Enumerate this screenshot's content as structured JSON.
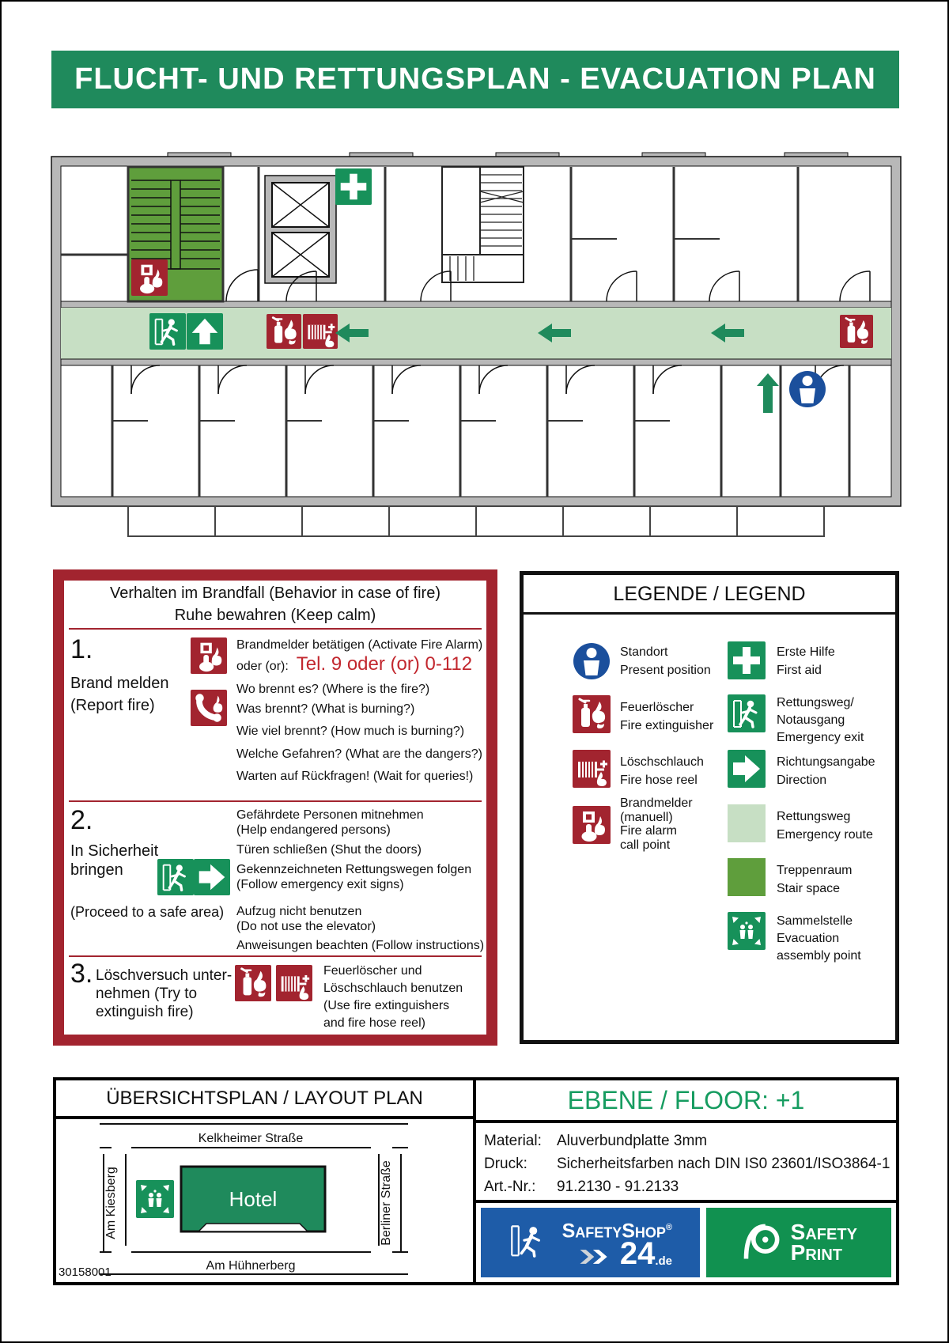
{
  "banner": {
    "title": "FLUCHT- UND RETTUNGSPLAN - EVACUATION PLAN"
  },
  "colors": {
    "banner_green": "#1F8A5C",
    "sign_green": "#17915A",
    "safety_red": "#A2242F",
    "phone_red": "#C2272E",
    "emergency_route_light_green": "#C7DFC4",
    "stair_space_dark_green": "#5F9E3C",
    "present_position_blue": "#1B4F9C",
    "logo_blue": "#1E5CA8",
    "logo_green": "#119150",
    "wall_gray": "#B8B8B8"
  },
  "floor_plan": {
    "corridor_color": "#C7DFC4",
    "stairwell_color": "#5F9E3C",
    "icons": [
      "fire-alarm-call-point",
      "first-aid",
      "emergency-exit",
      "direction-up",
      "fire-extinguisher",
      "fire-hose-reel",
      "direction-left",
      "direction-left",
      "direction-left",
      "fire-extinguisher",
      "present-position"
    ]
  },
  "behavior": {
    "title1": "Verhalten im Brandfall (Behavior in case of fire)",
    "title2": "Ruhe bewahren (Keep calm)",
    "step1": {
      "num": "1.",
      "label1": "Brand melden",
      "label2": "(Report fire)",
      "line1": "Brandmelder betätigen (Activate Fire Alarm)",
      "or_prefix": "oder (or):",
      "phone": "Tel. 9 oder (or) 0-112",
      "q": [
        "Wo brennt es? (Where is the fire?)",
        "Was brennt? (What is burning?)",
        "Wie viel brennt? (How much is burning?)",
        "Welche Gefahren? (What are the dangers?)",
        "Warten auf Rückfragen! (Wait for queries!)"
      ]
    },
    "step2": {
      "num": "2.",
      "label1": "In Sicherheit",
      "label2": "bringen",
      "label3": "(Proceed to a safe area)",
      "lines": [
        "Gefährdete Personen mitnehmen",
        "(Help endangered persons)",
        "Türen schließen (Shut the doors)",
        "Gekennzeichneten Rettungswegen folgen",
        "(Follow emergency exit signs)",
        "Aufzug nicht benutzen",
        "(Do not use the elevator)",
        "Anweisungen beachten (Follow instructions)"
      ]
    },
    "step3": {
      "num": "3.",
      "label_lines": [
        "Löschversuch unter-",
        "nehmen (Try to",
        "extinguish fire)"
      ],
      "text_lines": [
        "Feuerlöscher und",
        "Löschschlauch benutzen",
        "(Use fire extinguishers",
        "and fire hose reel)"
      ]
    }
  },
  "legend": {
    "title": "LEGENDE / LEGEND",
    "standort": [
      "Standort",
      "Present position"
    ],
    "feuerloescher": [
      "Feuerlöscher",
      "Fire extinguisher"
    ],
    "loeschschlauch": [
      "Löschschlauch",
      "Fire hose reel"
    ],
    "brandmelder": [
      "Brandmelder",
      "(manuell)",
      "Fire alarm",
      "call point"
    ],
    "erste_hilfe": [
      "Erste Hilfe",
      "First aid"
    ],
    "rettungsweg_exit": [
      "Rettungsweg/",
      "Notausgang",
      "Emergency exit"
    ],
    "richtung": [
      "Richtungsangabe",
      "Direction"
    ],
    "route": [
      "Rettungsweg",
      "Emergency route"
    ],
    "treppenraum": [
      "Treppenraum",
      "Stair space"
    ],
    "sammelstelle": [
      "Sammelstelle",
      "Evacuation",
      "assembly point"
    ]
  },
  "layout_plan": {
    "title": "ÜBERSICHTSPLAN / LAYOUT PLAN",
    "street_top": "Kelkheimer Straße",
    "street_left": "Am Kiesberg",
    "street_right": "Berliner Straße",
    "street_bottom": "Am Hühnerberg",
    "building": "Hotel",
    "number": "30158001"
  },
  "floor_info": {
    "title": "EBENE / FLOOR: +1",
    "material_label": "Material:",
    "material_value": "Aluverbundplatte 3mm",
    "druck_label": "Druck:",
    "druck_value": "Sicherheitsfarben nach DIN IS0 23601/ISO3864-1",
    "art_label": "Art.-Nr.:",
    "art_value": "91.2130 - 91.2133"
  },
  "logos": {
    "shop_name": "SafetyShop",
    "shop_reg": "®",
    "shop_24": "24",
    "shop_de": ".de",
    "print_line1": "Safety",
    "print_line2": "Print"
  }
}
